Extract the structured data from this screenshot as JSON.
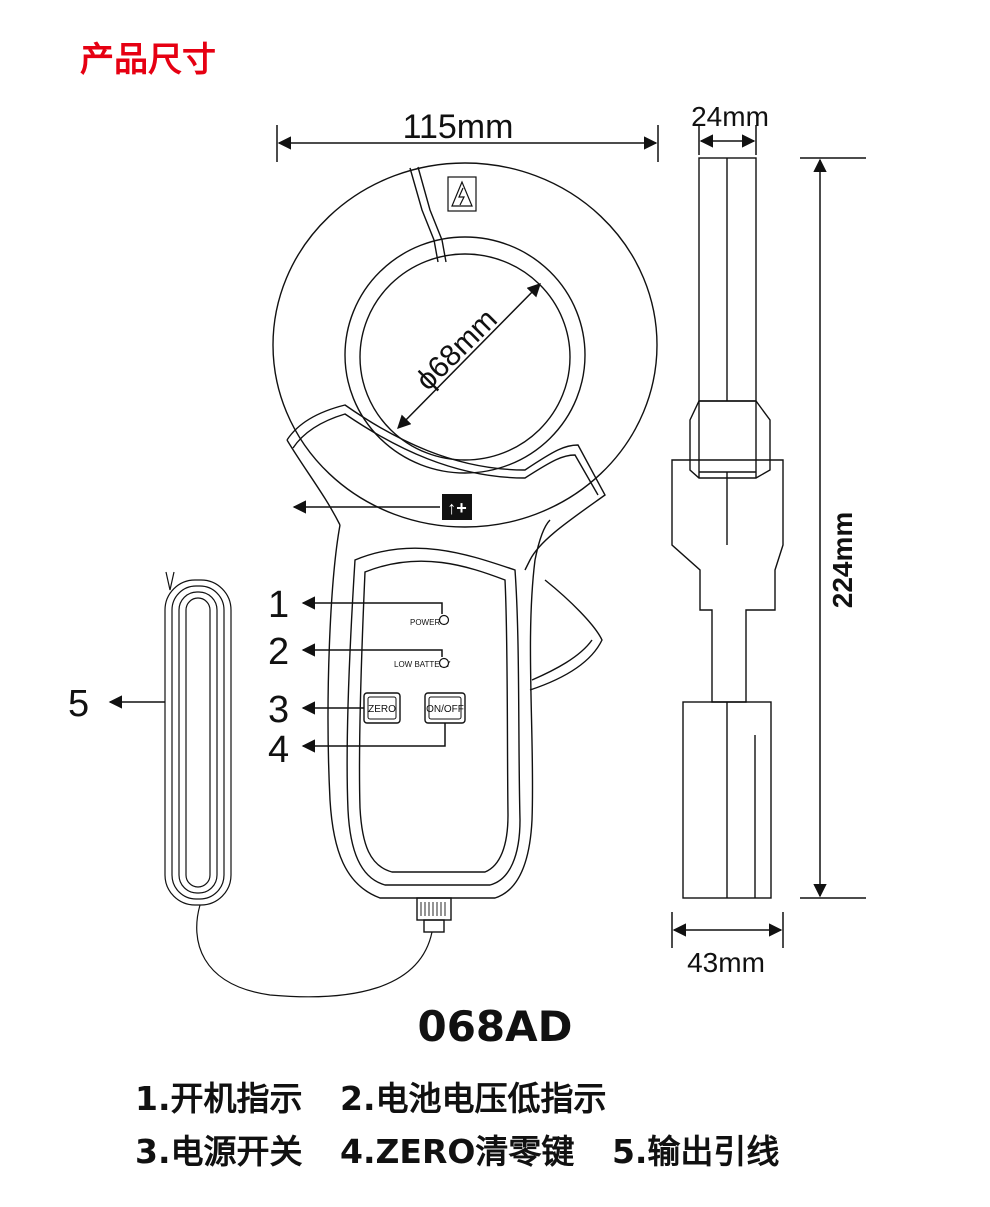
{
  "title": "产品尺寸",
  "model": "068AD",
  "dimensions": {
    "width": "115mm",
    "thickness_top": "24mm",
    "thickness_bottom": "43mm",
    "height": "224mm",
    "jaw_diameter": "ϕ68mm"
  },
  "panel": {
    "power_label": "POWER",
    "low_battery_label": "LOW  BATTERY",
    "zero_button": "ZERO",
    "onoff_button": "ON/OFF",
    "direction_badge": "↑+"
  },
  "callouts": [
    "1",
    "2",
    "3",
    "4",
    "5"
  ],
  "legend": {
    "line1": [
      "1.开机指示",
      "2.电池电压低指示"
    ],
    "line2": [
      "3.电源开关",
      "4.ZERO清零键",
      "5.输出引线"
    ]
  },
  "colors": {
    "title": "#e60012",
    "ink": "#111111"
  }
}
